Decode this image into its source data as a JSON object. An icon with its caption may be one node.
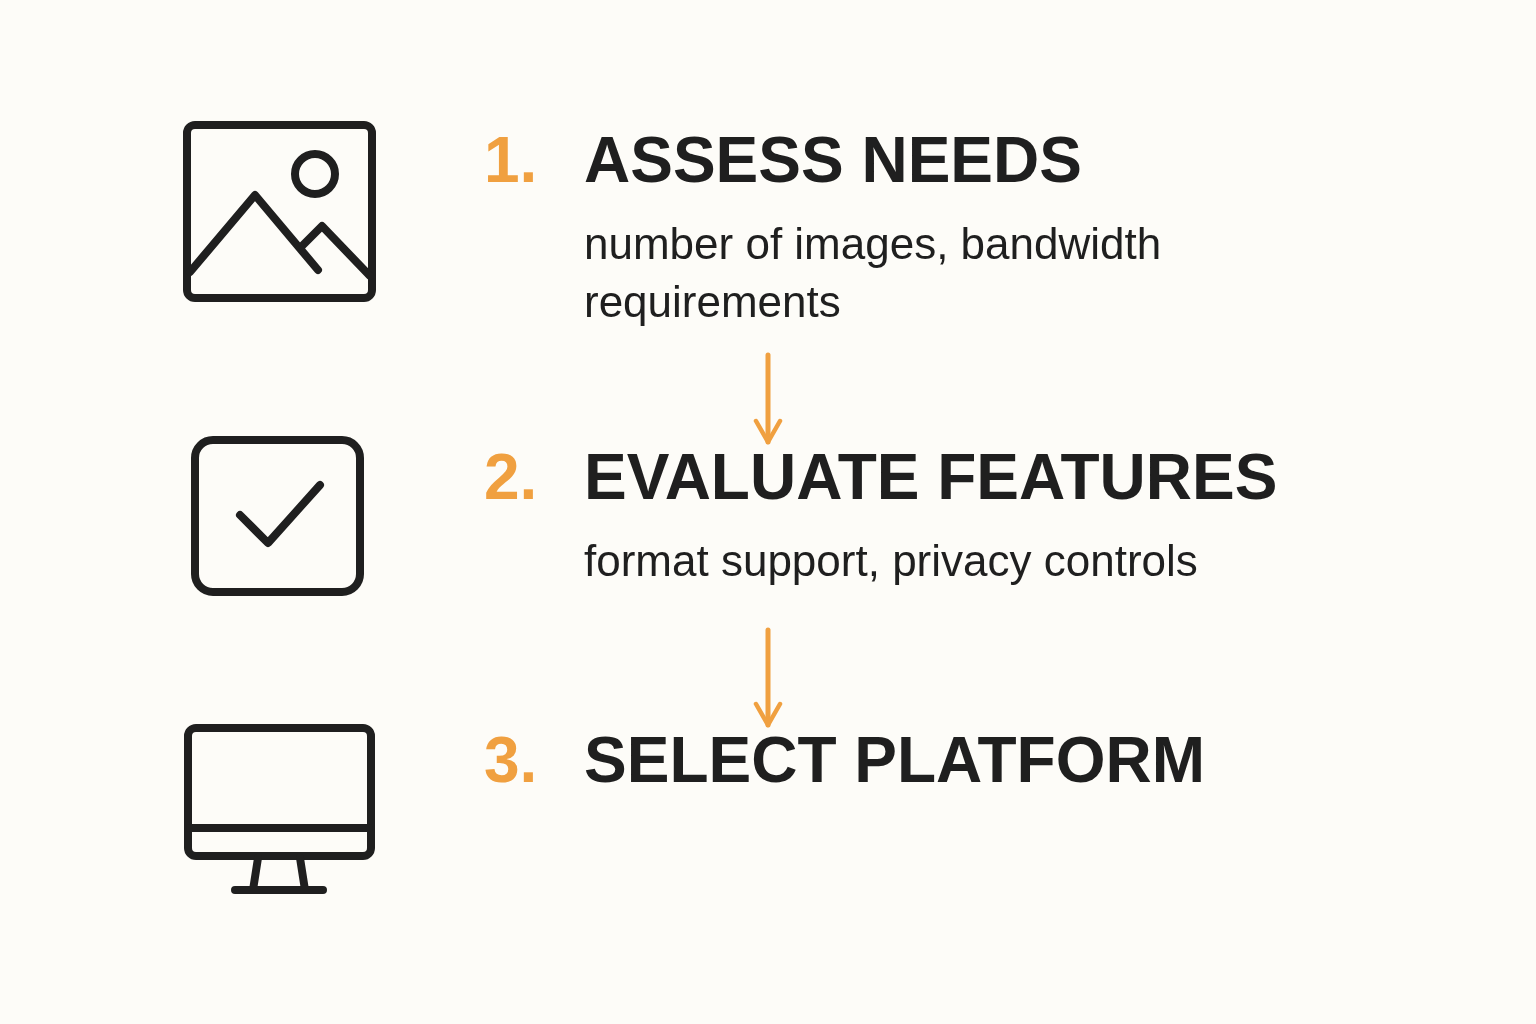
{
  "diagram": {
    "nodes": [
      {
        "text": [
          "1.",
          "ASSESS NEEDS",
          "number of images, bandwidth requirements"
        ]
      },
      {
        "text": [
          "2.",
          "EVALUATE FEATURES",
          "format support, privacy controls"
        ]
      },
      {
        "text": [
          "3.",
          "SELECT PLATFORM"
        ]
      }
    ],
    "edges": [
      {
        "from": 0,
        "to": 1,
        "arrow": "to"
      },
      {
        "from": 1,
        "to": 2,
        "arrow": "to"
      }
    ]
  }
}
